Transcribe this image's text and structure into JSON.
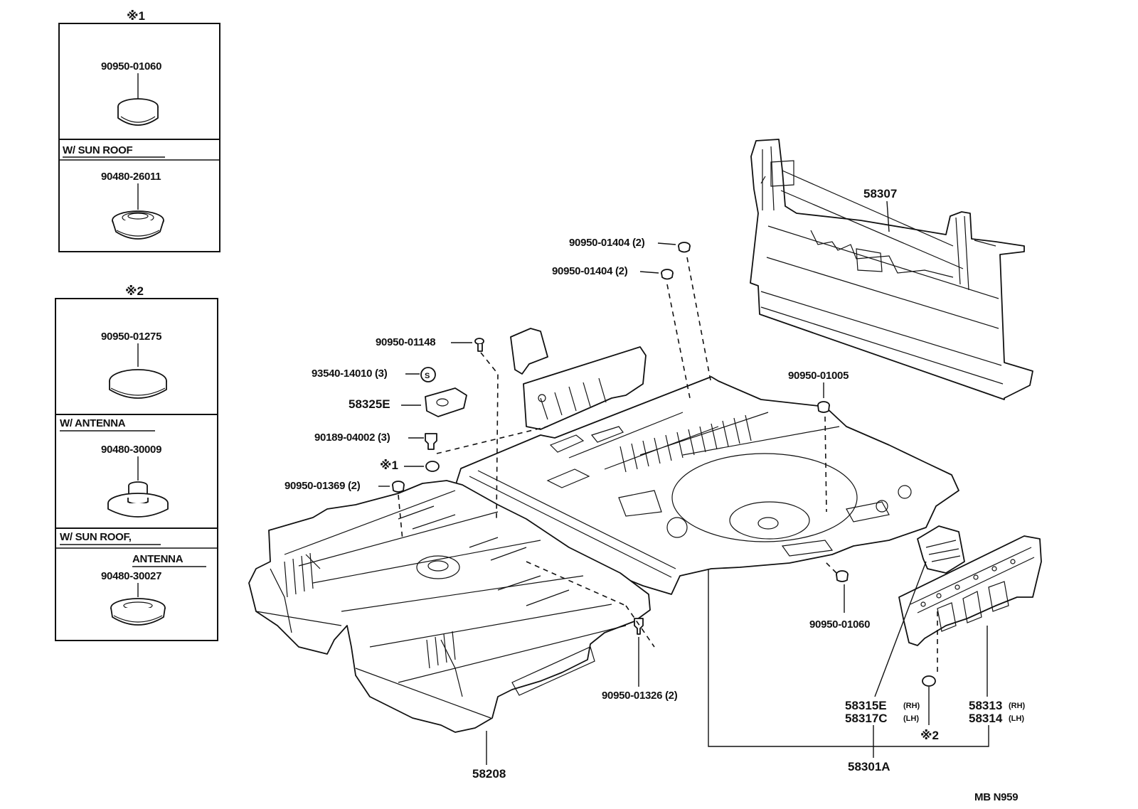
{
  "inset1": {
    "marker": "※1",
    "top_part": "90950-01060",
    "option": "W/ SUN  ROOF",
    "bottom_part": "90480-26011"
  },
  "inset2": {
    "marker": "※2",
    "top_part": "90950-01275",
    "option1": "W/ ANTENNA",
    "mid_part": "90480-30009",
    "option2_line1": "W/ SUN  ROOF,",
    "option2_line2": "ANTENNA",
    "bottom_part": "90480-30027"
  },
  "callouts": {
    "p58307": "58307",
    "p90950_01404_a": "90950-01404 (2)",
    "p90950_01404_b": "90950-01404 (2)",
    "p90950_01148": "90950-01148",
    "p93540_14010": "93540-14010 (3)",
    "s_symbol": "S",
    "p58325E": "58325E",
    "p90189_04002": "90189-04002 (3)",
    "mark1": "※1",
    "p90950_01369": "90950-01369 (2)",
    "p90950_01005": "90950-01005",
    "p90950_01060": "90950-01060",
    "p90950_01326": "90950-01326 (2)",
    "p58315E": "58315E",
    "p58315E_side": "(RH)",
    "p58317C": "58317C",
    "p58317C_side": "(LH)",
    "p58313": "58313",
    "p58313_side": "(RH)",
    "p58314": "58314",
    "p58314_side": "(LH)",
    "mark2": "※2",
    "p58301A": "58301A",
    "p58208": "58208"
  },
  "diagram_code": "MB  N959"
}
